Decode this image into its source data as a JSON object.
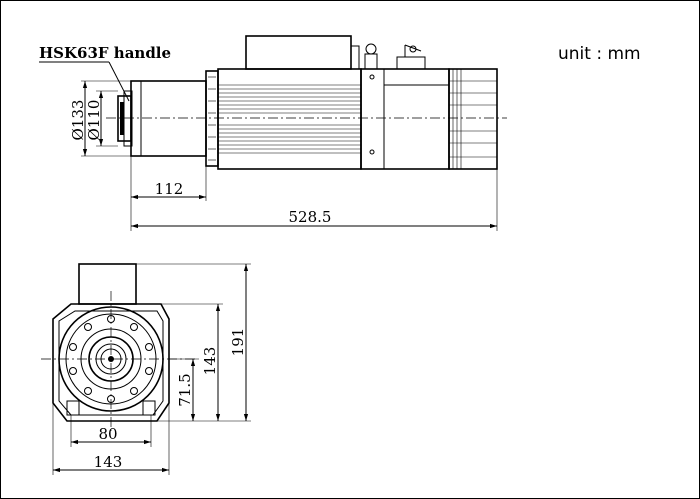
{
  "unit_label": "unit : mm",
  "handle_label": "HSK63F handle",
  "dimensions": {
    "dia_outer": "Ø133",
    "dia_inner": "Ø110",
    "front_length": "112",
    "total_length": "528.5",
    "height_total": "191",
    "height_body": "143",
    "center_height": "71.5",
    "base_width": "80",
    "body_width": "143"
  }
}
